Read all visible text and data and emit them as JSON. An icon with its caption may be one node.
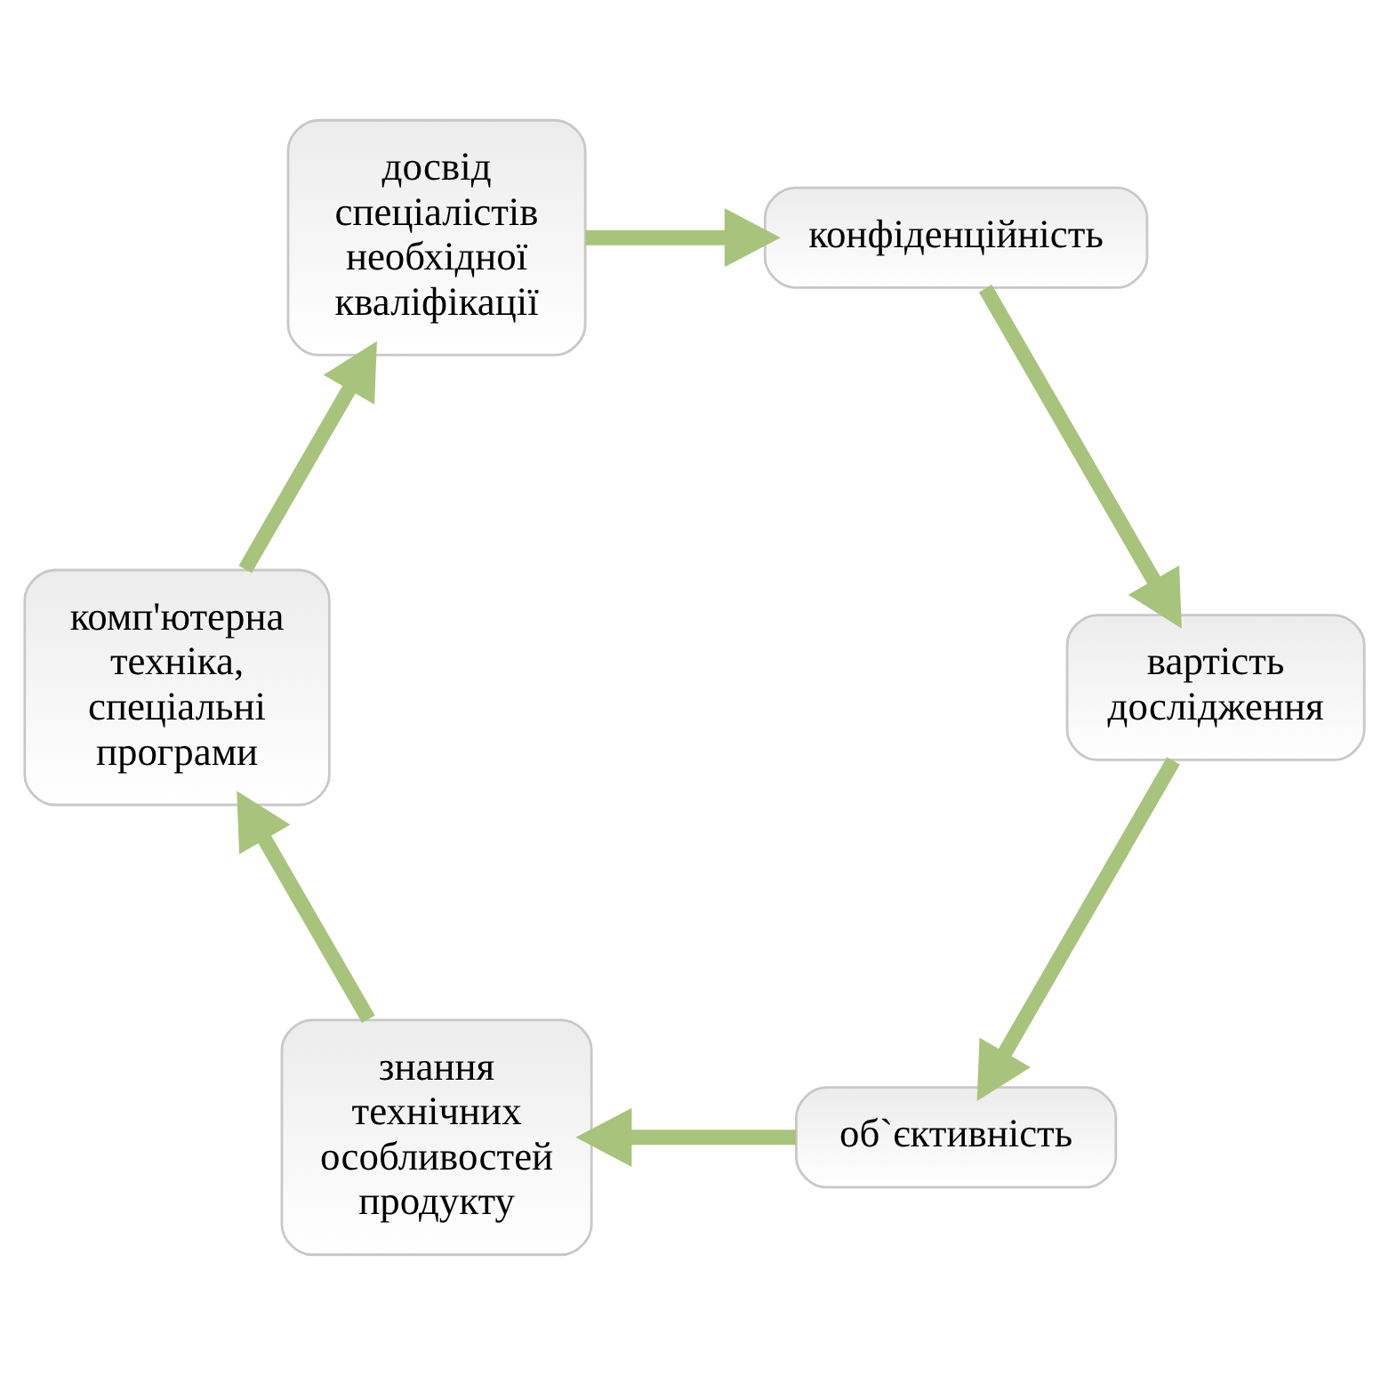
{
  "diagram": {
    "nodes": [
      {
        "text": [
          "об`єктивність"
        ]
      },
      {
        "text": [
          "знання технічних особливостей продукту"
        ]
      },
      {
        "text": [
          "комп'ютерна техніка, спеціальні програми"
        ]
      },
      {
        "text": [
          "досвід спеціалістів необхідної кваліфікації"
        ]
      },
      {
        "text": [
          "конфіденційність"
        ]
      },
      {
        "text": [
          "вартість дослідження"
        ]
      }
    ],
    "edges": [
      {
        "from": 0,
        "to": 1,
        "arrow": "to"
      },
      {
        "from": 1,
        "to": 2,
        "arrow": "to"
      },
      {
        "from": 2,
        "to": 3,
        "arrow": "to"
      },
      {
        "from": 3,
        "to": 4,
        "arrow": "to"
      },
      {
        "from": 4,
        "to": 5,
        "arrow": "to"
      },
      {
        "from": 5,
        "to": 0,
        "arrow": "to"
      }
    ]
  }
}
